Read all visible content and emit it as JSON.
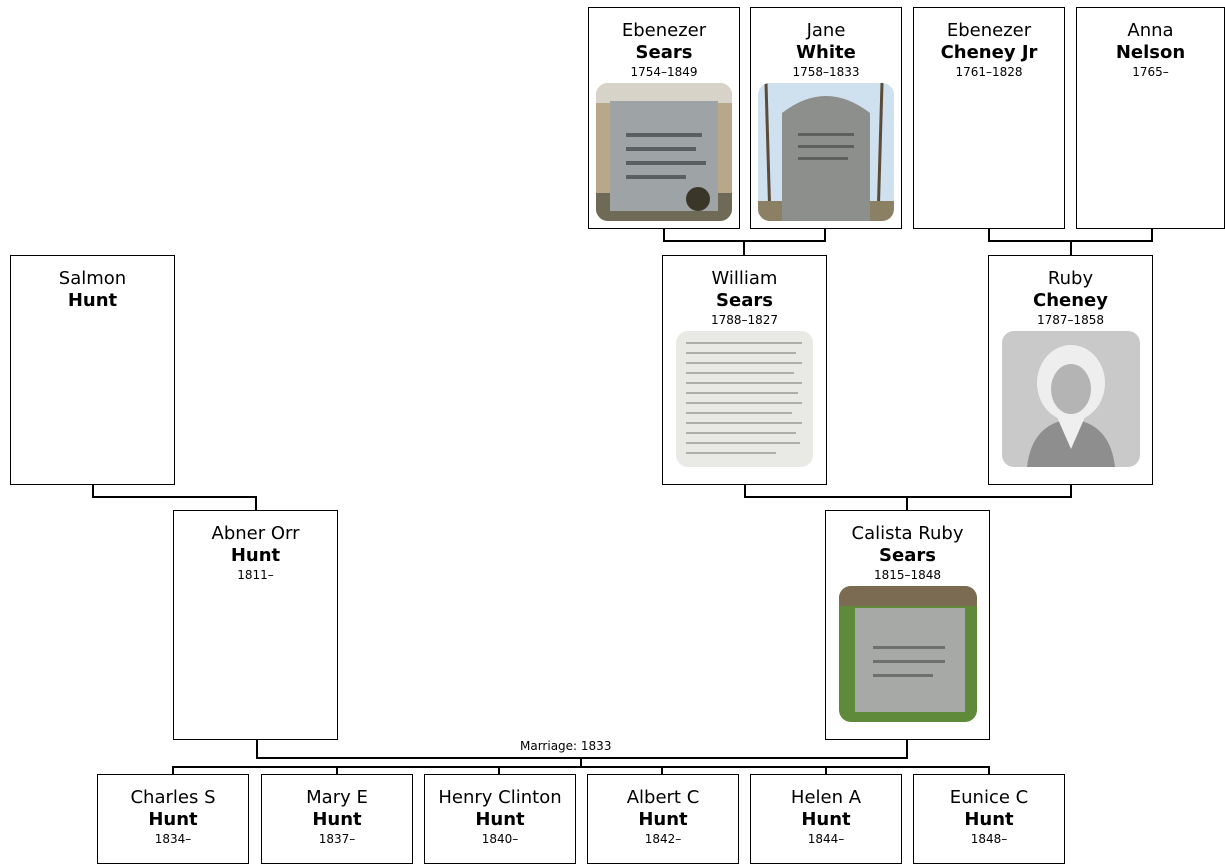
{
  "people": {
    "ebenezer_sears": {
      "given": "Ebenezer",
      "surname": "Sears",
      "dates": "1754–1849",
      "photo_icon": "gravestone-photo-icon"
    },
    "jane_white": {
      "given": "Jane",
      "surname": "White",
      "dates": "1758–1833",
      "photo_icon": "gravestone-photo-icon"
    },
    "ebenezer_cheney": {
      "given": "Ebenezer",
      "surname": "Cheney Jr",
      "dates": "1761–1828"
    },
    "anna_nelson": {
      "given": "Anna",
      "surname": "Nelson",
      "dates": "1765–"
    },
    "salmon_hunt": {
      "given": "Salmon",
      "surname": "Hunt"
    },
    "william_sears": {
      "given": "William",
      "surname": "Sears",
      "dates": "1788–1827",
      "photo_icon": "document-photo-icon"
    },
    "ruby_cheney": {
      "given": "Ruby",
      "surname": "Cheney",
      "dates": "1787–1858",
      "photo_icon": "portrait-photo-icon"
    },
    "abner_hunt": {
      "given": "Abner Orr",
      "surname": "Hunt",
      "dates": "1811–"
    },
    "calista_sears": {
      "given": "Calista Ruby",
      "surname": "Sears",
      "dates": "1815–1848",
      "photo_icon": "gravestone-photo-icon"
    },
    "children": [
      {
        "given": "Charles S",
        "surname": "Hunt",
        "dates": "1834–"
      },
      {
        "given": "Mary E",
        "surname": "Hunt",
        "dates": "1837–"
      },
      {
        "given": "Henry Clinton",
        "surname": "Hunt",
        "dates": "1840–"
      },
      {
        "given": "Albert C",
        "surname": "Hunt",
        "dates": "1842–"
      },
      {
        "given": "Helen A",
        "surname": "Hunt",
        "dates": "1844–"
      },
      {
        "given": "Eunice C",
        "surname": "Hunt",
        "dates": "1848–"
      }
    ]
  },
  "marriage_label": "Marriage: 1833"
}
